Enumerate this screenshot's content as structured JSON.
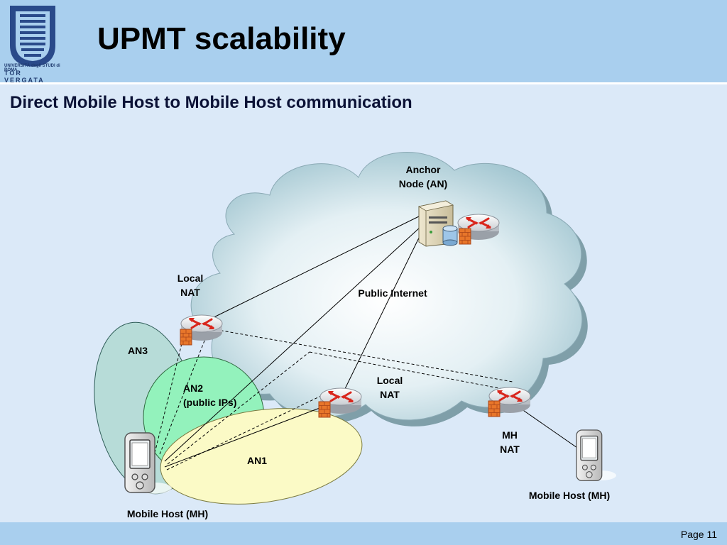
{
  "slide": {
    "title": "UPMT scalability",
    "subtitle": "Direct Mobile Host to Mobile Host communication",
    "page": "Page 11"
  },
  "logo": {
    "line1": "UNIVERSITÀ degli STUDI di ROMA",
    "line2": "TOR VERGATA"
  },
  "diagram": {
    "anchor_node": {
      "line1": "Anchor",
      "line2": "Node (AN)"
    },
    "public_internet": "Public Internet",
    "local_nat_left": {
      "line1": "Local",
      "line2": "NAT"
    },
    "local_nat_mid": {
      "line1": "Local",
      "line2": "NAT"
    },
    "mh_nat": {
      "line1": "MH",
      "line2": "NAT"
    },
    "an3": "AN3",
    "an2": {
      "line1": "AN2",
      "line2": "(public IPs)"
    },
    "an1": "AN1",
    "mobile_host_left": "Mobile Host (MH)",
    "mobile_host_right": "Mobile Host (MH)"
  },
  "colors": {
    "background": "#dbe9f8",
    "header": "#a9cfee",
    "an3_fill": "#b7dcd8",
    "an2_fill": "#93f2bc",
    "an1_fill": "#fbfac6",
    "router_red": "#d9261c",
    "firewall_orange": "#e8762a"
  }
}
